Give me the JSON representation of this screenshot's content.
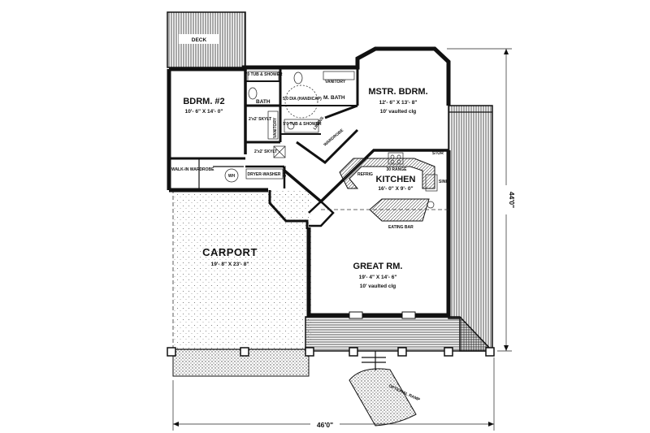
{
  "rooms": {
    "deck": "DECK",
    "bedroom2": {
      "name": "BDRM. #2",
      "size": "10'- 6\" X 14'- 0\""
    },
    "bath": "BATH",
    "master_bath": "M. BATH",
    "master_bedroom": {
      "name": "MSTR. BDRM.",
      "size": "12'- 6\" X 13'- 8\"",
      "note": "10' vaulted clg"
    },
    "kitchen": {
      "name": "KITCHEN",
      "size": "16'- 0\" X 9'- 0\""
    },
    "great_room": {
      "name": "GREAT RM.",
      "size": "19'- 4\" X 14'- 6\"",
      "note": "10' vaulted clg"
    },
    "carport": {
      "name": "CARPORT",
      "size": "19'- 8\" X 23'- 8\""
    }
  },
  "fixtures": {
    "tub_shower_left": "5'0 TUB & SHOWER",
    "tub_shower_right": "5'0 TUB & SHOWER",
    "vanitory_top": "VANITORY",
    "vanitory_side": "VANITORY",
    "handicap": "5'0 DIA (HANDICAP)",
    "skylight_top": "2'x2' SKYLT",
    "skylight_mid": "2'x2' SKYLT",
    "linens": "LINENS",
    "wardrobe_right": "WARDROBE",
    "walkin_wardrobe": "WALK-IN WARDROBE",
    "water_heater": "WH",
    "dryer_washer": "DRYER-WASHER",
    "storage_left": "STOR",
    "storage_right": "STOR",
    "range": "30 RANGE",
    "refrigerator": "REFRIG",
    "sink": "SINK",
    "eating_bar": "EATING BAR",
    "optional_ramp": "OPTIONAL RAMP"
  },
  "dimensions": {
    "width": "46'0\"",
    "depth": "44'0\""
  }
}
